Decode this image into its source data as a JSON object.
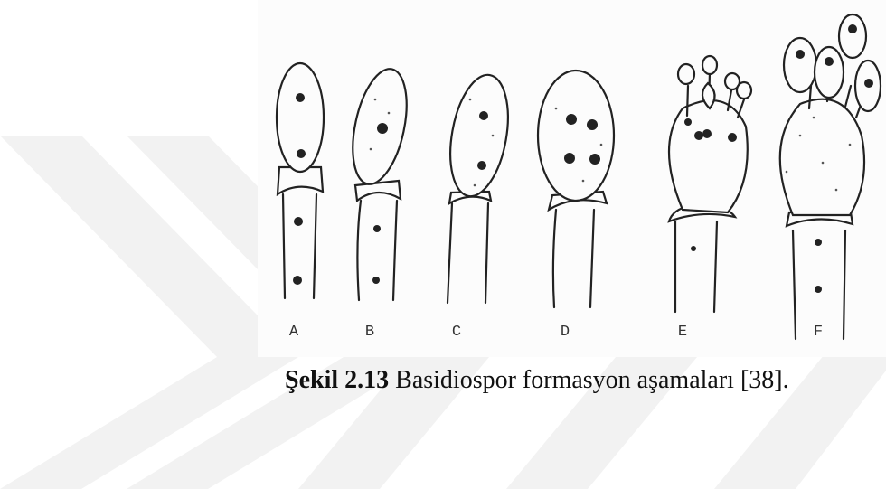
{
  "figure": {
    "panel_labels": [
      "A",
      "B",
      "C",
      "D",
      "E",
      "F"
    ]
  },
  "caption": {
    "number": "Şekil 2.13",
    "text": " Basidiospor formasyon aşamaları [38]."
  },
  "colors": {
    "watermark": "#f3f3f3",
    "ink": "#222222",
    "figure_background": "#fcfcfc"
  }
}
